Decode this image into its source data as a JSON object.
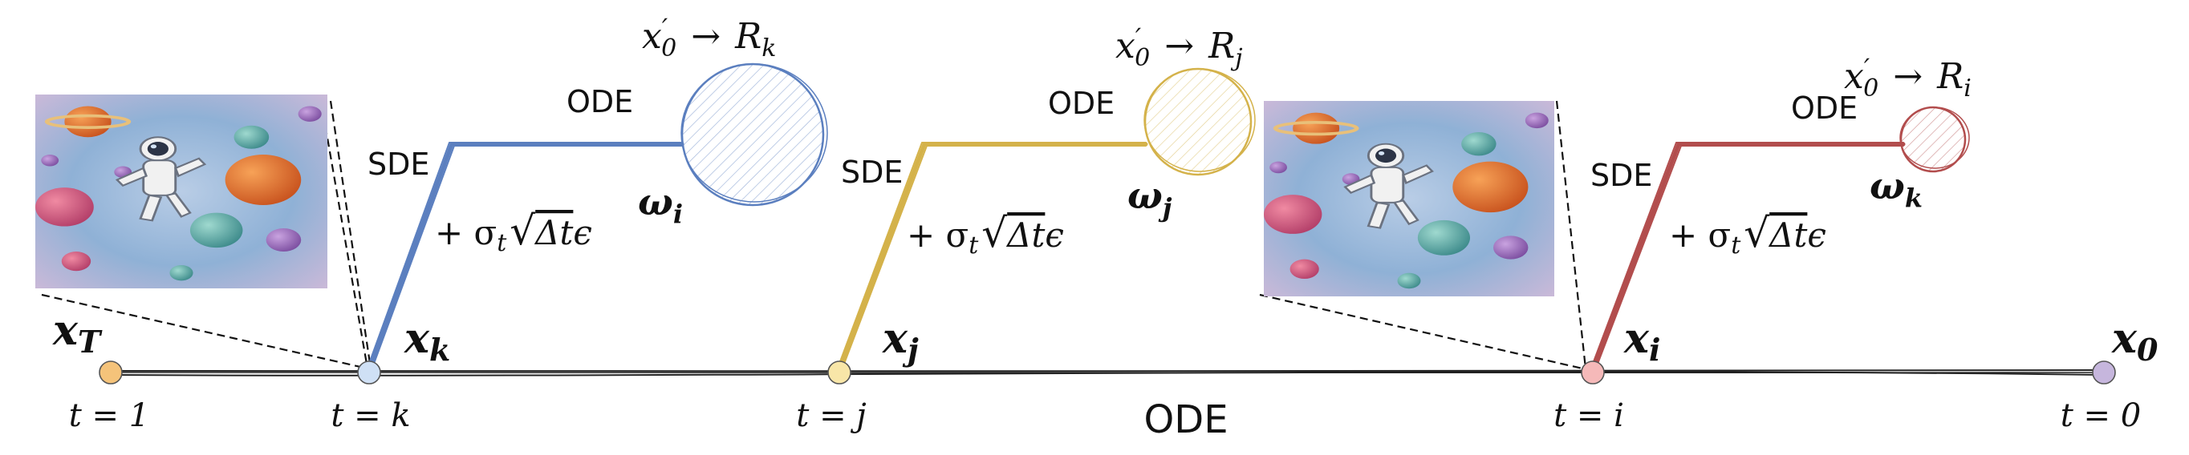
{
  "colors": {
    "blue": "#5b7fbf",
    "gold": "#d4b24a",
    "red": "#b24d4d",
    "line": "#222222",
    "node_T": "#f5c37a",
    "node_k": "#cfe0f5",
    "node_j": "#f8e6a8",
    "node_i": "#f5b9b9",
    "node_0": "#c6b6dd"
  },
  "timeline": {
    "label": "ODE",
    "nodes": [
      {
        "id": "T",
        "name": "x",
        "sub": "T",
        "time": "t = 1"
      },
      {
        "id": "k",
        "name": "x",
        "sub": "k",
        "time": "t = k"
      },
      {
        "id": "j",
        "name": "x",
        "sub": "j",
        "time": "t = j"
      },
      {
        "id": "i",
        "name": "x",
        "sub": "i",
        "time": "t = i"
      },
      {
        "id": "0",
        "name": "x",
        "sub": "0",
        "time": "t = 0"
      }
    ]
  },
  "branches": [
    {
      "id": "blue",
      "sde_label": "SDE",
      "ode_label": "ODE",
      "noise": "+ σ",
      "noise_sub": "t",
      "noise_sqrt": "Δt",
      "noise_eps": "ϵ",
      "omega": "ω",
      "omega_sub": "i",
      "target_x": "x",
      "target_prime": "′",
      "target_sub": "0",
      "arrow": "→",
      "target_r": "R",
      "target_r_sub": "k"
    },
    {
      "id": "gold",
      "sde_label": "SDE",
      "ode_label": "ODE",
      "noise": "+ σ",
      "noise_sub": "t",
      "noise_sqrt": "Δt",
      "noise_eps": "ϵ",
      "omega": "ω",
      "omega_sub": "j",
      "target_x": "x",
      "target_prime": "′",
      "target_sub": "0",
      "arrow": "→",
      "target_r": "R",
      "target_r_sub": "j"
    },
    {
      "id": "red",
      "sde_label": "SDE",
      "ode_label": "ODE",
      "noise": "+ σ",
      "noise_sub": "t",
      "noise_sqrt": "Δt",
      "noise_eps": "ϵ",
      "omega": "ω",
      "omega_sub": "k",
      "target_x": "x",
      "target_prime": "′",
      "target_sub": "0",
      "arrow": "→",
      "target_r": "R",
      "target_r_sub": "i"
    }
  ],
  "images": [
    {
      "id": "astronaut-image-1",
      "description_icon": "astronaut-planets-image"
    },
    {
      "id": "astronaut-image-2",
      "description_icon": "astronaut-planets-image"
    }
  ]
}
